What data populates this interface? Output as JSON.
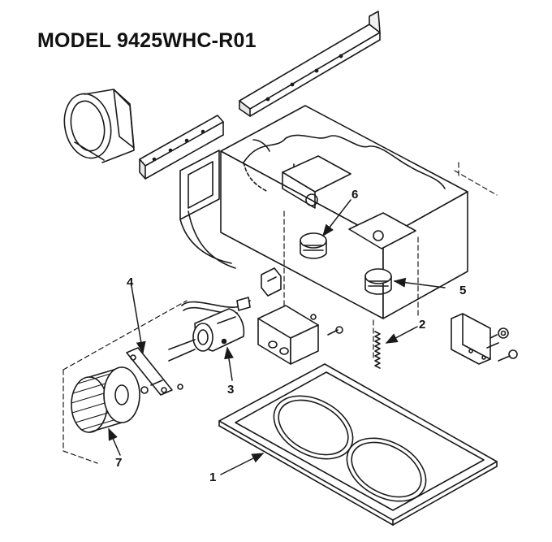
{
  "title": "MODEL 9425WHC-R01",
  "parts": [
    {
      "id": "1"
    },
    {
      "id": "2"
    },
    {
      "id": "3"
    },
    {
      "id": "4"
    },
    {
      "id": "5"
    },
    {
      "id": "6"
    },
    {
      "id": "7"
    }
  ]
}
